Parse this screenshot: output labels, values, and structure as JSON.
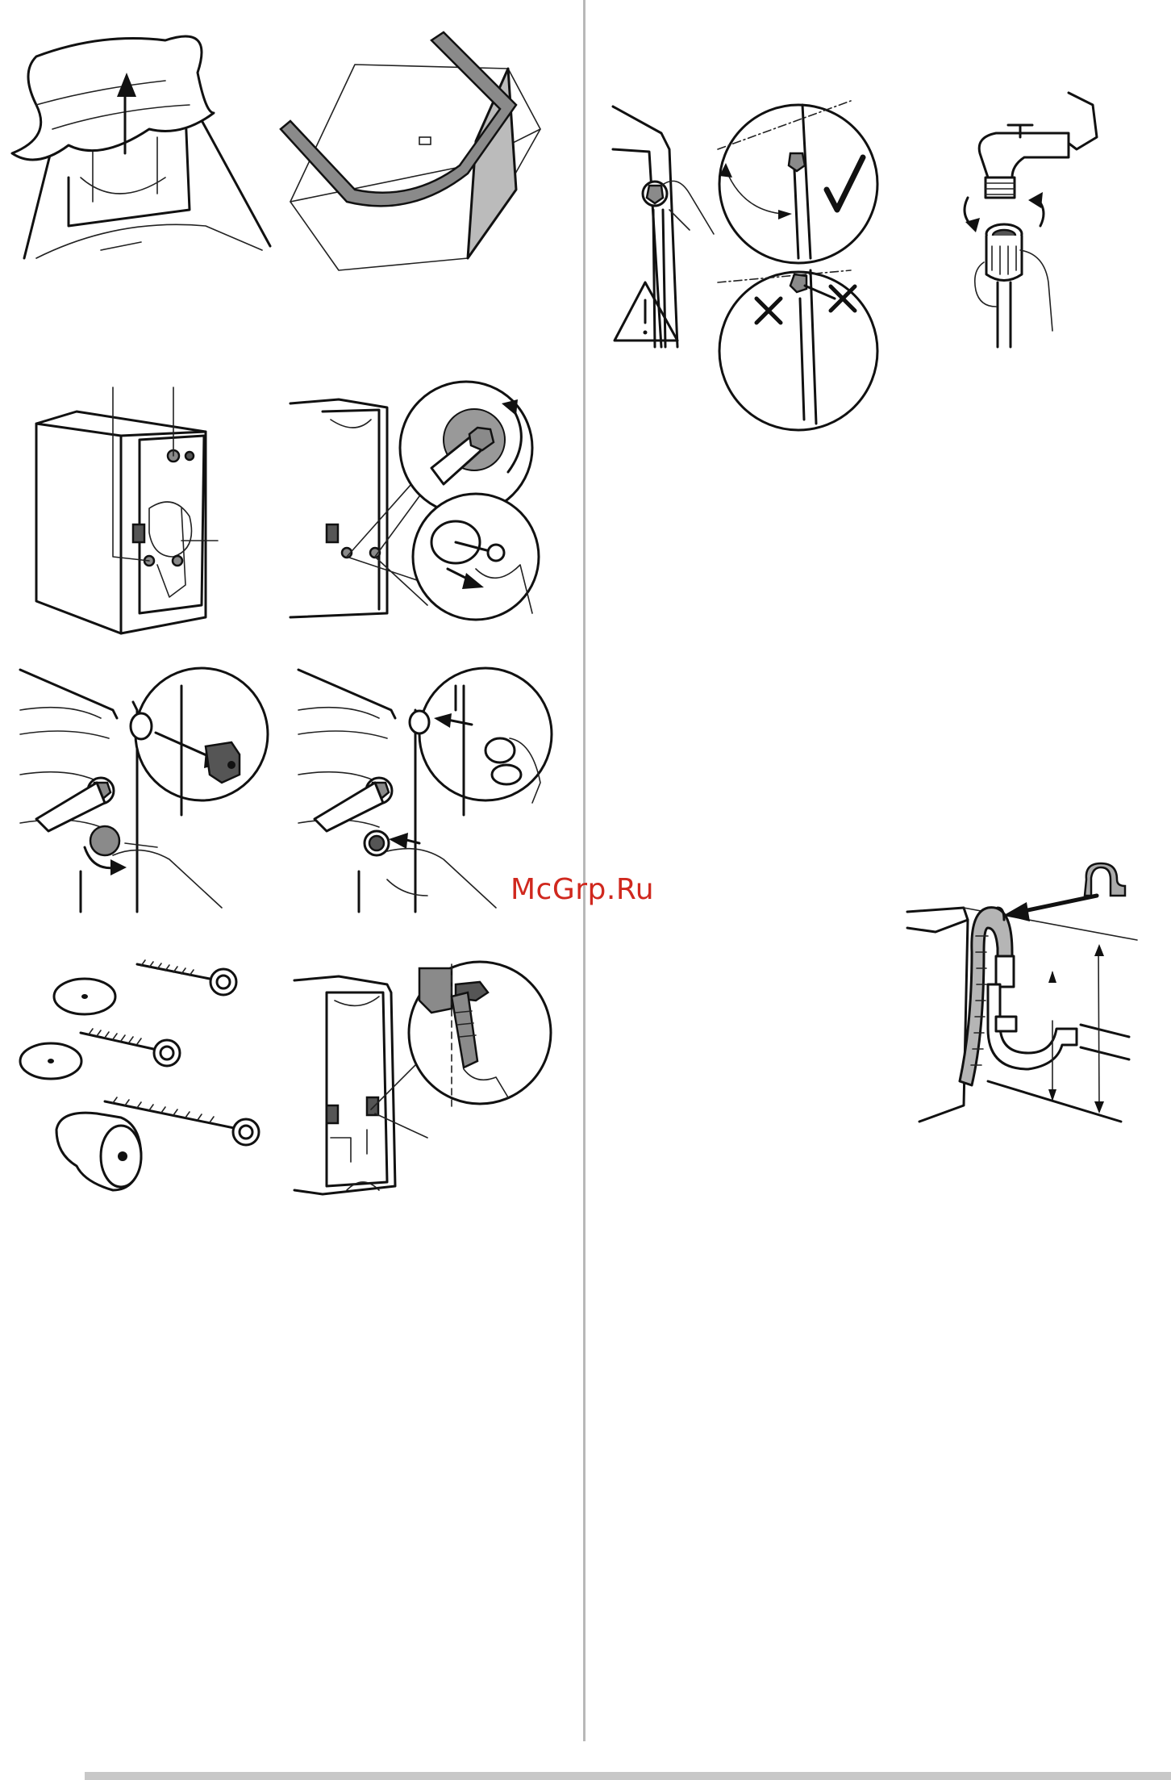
{
  "watermark": {
    "text": "McGrp.Ru",
    "color": "#d0281e"
  },
  "colors": {
    "divider": "#b8b8b8",
    "footer_bar": "#c8c8c8",
    "ink": "#111111",
    "grey_part": "#8a8a8a"
  },
  "figures": [
    {
      "id": "remove-packaging-cover",
      "icons": [
        "up-arrow-icon"
      ]
    },
    {
      "id": "polystyrene-base-removal",
      "icons": []
    },
    {
      "id": "rear-transit-bolts",
      "icons": []
    },
    {
      "id": "unscrew-transit-bolts",
      "icons": [
        "rotate-arrow-icon",
        "pull-arrow-icon"
      ]
    },
    {
      "id": "remove-spacer",
      "icons": [
        "pull-arrow-icon",
        "rotate-arrow-icon"
      ]
    },
    {
      "id": "insert-plastic-cap",
      "icons": [
        "push-arrow-icon"
      ]
    },
    {
      "id": "bolts-and-caps-set",
      "icons": []
    },
    {
      "id": "cut-hose-guide",
      "icons": []
    },
    {
      "id": "inlet-hose-angle",
      "icons": [
        "warning-icon",
        "check-mark-icon",
        "cross-mark-icon"
      ]
    },
    {
      "id": "connect-hose-to-tap",
      "icons": [
        "rotate-arrow-icon"
      ]
    },
    {
      "id": "drain-hose-siphon",
      "icons": [
        "insert-arrow-icon",
        "dimension-arrow-icon"
      ]
    }
  ]
}
